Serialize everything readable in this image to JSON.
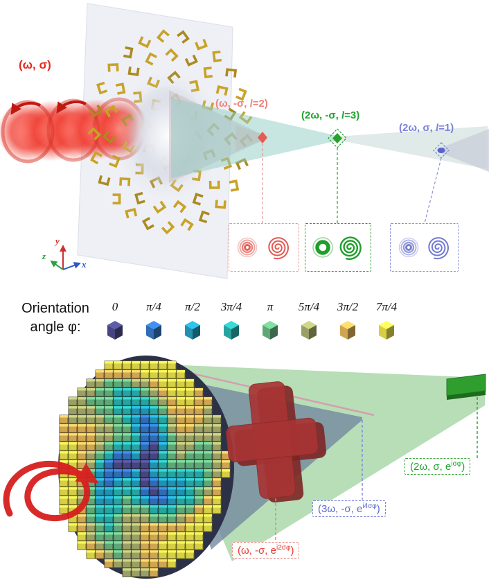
{
  "top": {
    "input_beam_label": "(ω, σ)",
    "input_color": "#e8281e",
    "resonator_color": "#c9a227",
    "beams": [
      {
        "prefix": "(ω, -σ, ",
        "italic": "l",
        "suffix": "=2)",
        "color": "#ef837e"
      },
      {
        "prefix": "(2ω, -σ, ",
        "italic": "l",
        "suffix": "=3)",
        "color": "#1ea32e"
      },
      {
        "prefix": "(2ω, σ, ",
        "italic": "l",
        "suffix": "=1)",
        "color": "#7a82d8"
      }
    ],
    "axes": {
      "x": "x",
      "y": "y",
      "z": "z"
    },
    "axis_colors": {
      "x": "#2f55cc",
      "y": "#d03030",
      "z": "#2fa040"
    }
  },
  "legend": {
    "title_line1": "Orientation",
    "title_line2": "angle φ:",
    "items": [
      {
        "label": "0",
        "color": "#46457f"
      },
      {
        "label": "π/4",
        "color": "#2f6cb3"
      },
      {
        "label": "π/2",
        "color": "#2191b0"
      },
      {
        "label": "3π/4",
        "color": "#27a3a0"
      },
      {
        "label": "π",
        "color": "#5fa777"
      },
      {
        "label": "5π/4",
        "color": "#9aa065"
      },
      {
        "label": "3π/2",
        "color": "#cfa552"
      },
      {
        "label": "7π/4",
        "color": "#d6cf45"
      }
    ]
  },
  "bottom": {
    "outputs": [
      {
        "prefix": "(2ω, σ, e",
        "sup": "iσφ",
        "suffix": ")",
        "color": "#1ea32e",
        "border": "#3aa83a"
      },
      {
        "prefix": "(3ω, -σ, e",
        "sup": "i4σφ",
        "suffix": ")",
        "color": "#5a68cc",
        "border": "#7b86d8"
      },
      {
        "prefix": "(ω, -σ, e",
        "sup": "i2σφ",
        "suffix": ")",
        "color": "#e8392f",
        "border": "#e88a84"
      }
    ]
  }
}
